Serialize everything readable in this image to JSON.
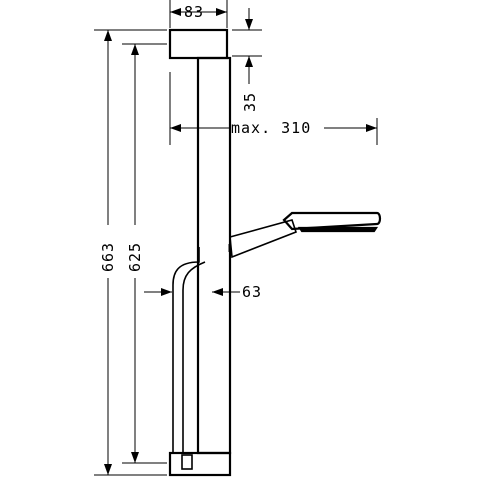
{
  "dimensions": {
    "top_width": "83",
    "top_offset": "35",
    "max_reach": "max. 310",
    "overall_height": "663",
    "rail_height": "625",
    "hose_offset": "63"
  }
}
